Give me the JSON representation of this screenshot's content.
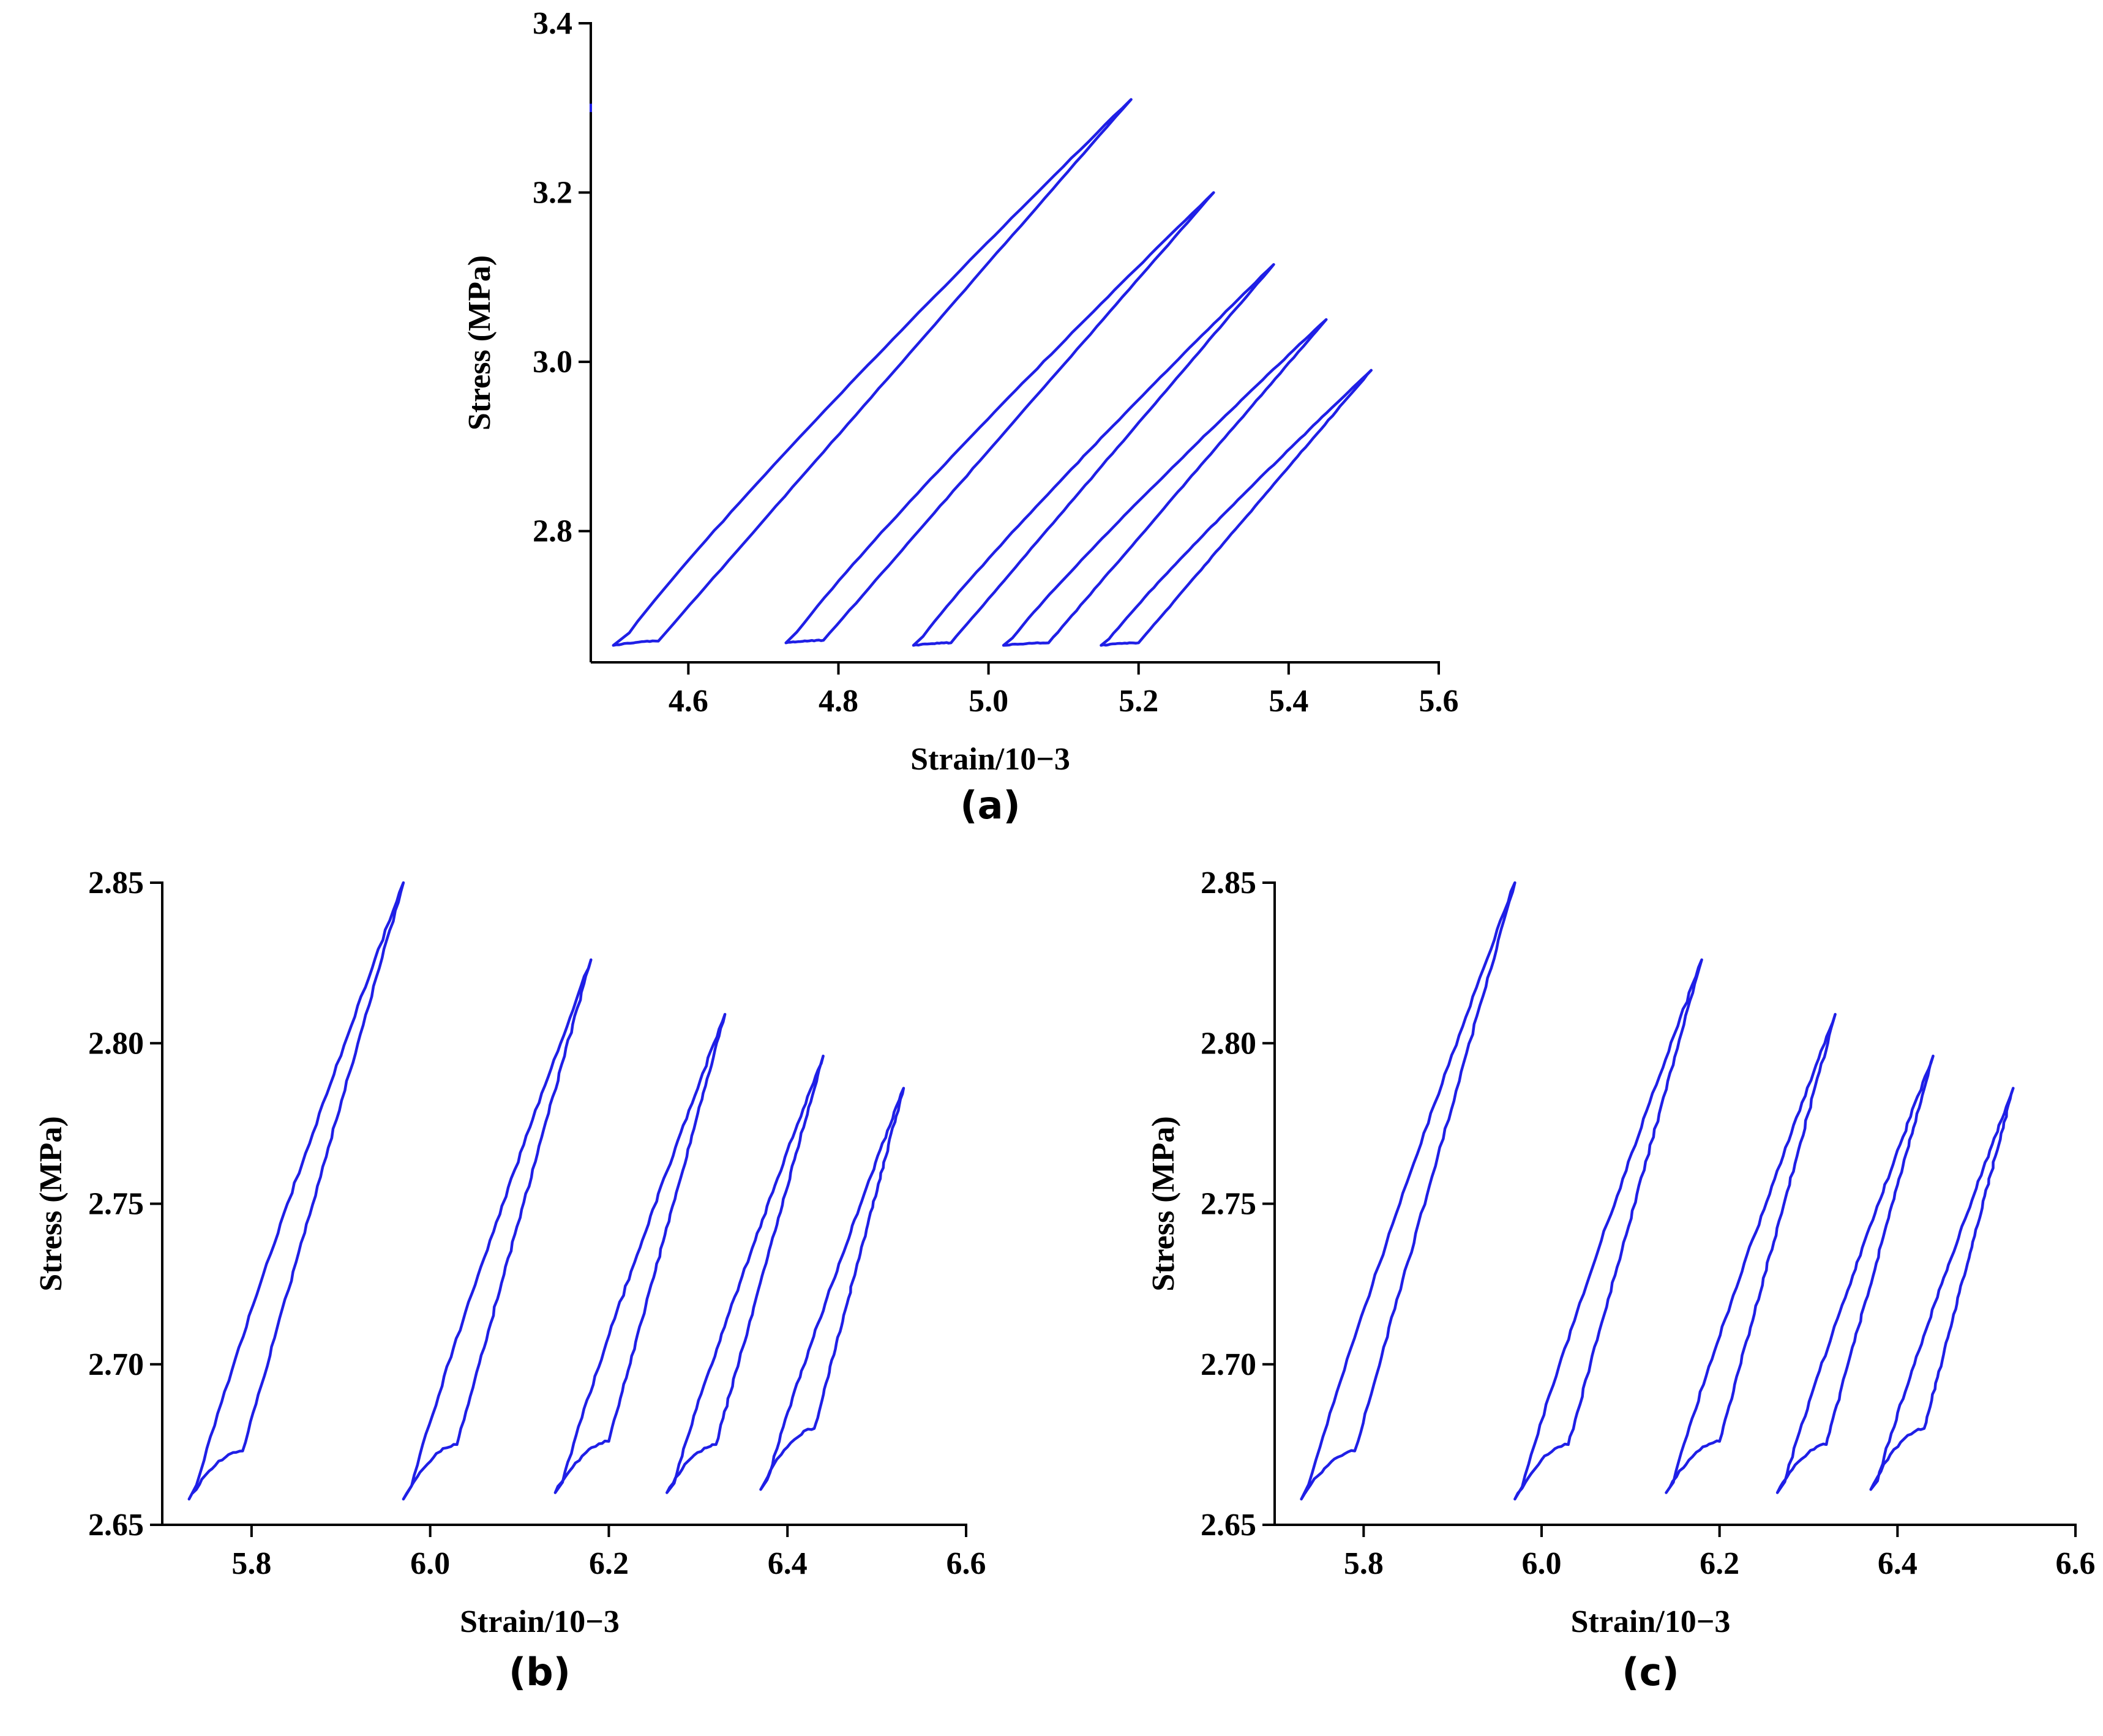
{
  "colors": {
    "series": "#1f1fe6",
    "axis": "#000000"
  },
  "chart_data": [
    {
      "type": "line",
      "panel_label": "(a)",
      "xlabel": "Strain/10−3",
      "ylabel": "Stress (MPa)",
      "xlim": [
        4.47,
        5.6
      ],
      "ylim": [
        2.645,
        3.4
      ],
      "xticks": [
        4.6,
        4.8,
        5.0,
        5.2,
        5.4,
        5.6
      ],
      "xtick_labels": [
        "4.6",
        "4.8",
        "5.0",
        "5.2",
        "5.4",
        "5.6"
      ],
      "yticks": [
        2.8,
        3.0,
        3.2,
        3.4
      ],
      "ytick_labels": [
        "2.8",
        "3.0",
        "3.2",
        "3.4"
      ],
      "grid": false,
      "loops": [
        {
          "min_x": 4.5,
          "min_y": 2.665,
          "knee_x": 4.56,
          "knee_y": 2.67,
          "peak_x": 5.19,
          "peak_y": 3.31,
          "up_start_x": 4.51
        },
        {
          "min_x": 4.73,
          "min_y": 2.668,
          "knee_x": 4.78,
          "knee_y": 2.671,
          "peak_x": 5.3,
          "peak_y": 3.2,
          "up_start_x": 4.735
        },
        {
          "min_x": 4.9,
          "min_y": 2.665,
          "knee_x": 4.95,
          "knee_y": 2.668,
          "peak_x": 5.38,
          "peak_y": 3.115,
          "up_start_x": 4.905
        },
        {
          "min_x": 5.02,
          "min_y": 2.665,
          "knee_x": 5.08,
          "knee_y": 2.668,
          "peak_x": 5.45,
          "peak_y": 3.05,
          "up_start_x": 5.025
        },
        {
          "min_x": 5.15,
          "min_y": 2.665,
          "knee_x": 5.2,
          "knee_y": 2.668,
          "peak_x": 5.51,
          "peak_y": 2.99,
          "up_start_x": 5.155
        }
      ]
    },
    {
      "type": "line",
      "panel_label": "(b)",
      "xlabel": "Strain/10−3",
      "ylabel": "Stress (MPa)",
      "xlim": [
        5.7,
        6.6
      ],
      "ylim": [
        2.65,
        2.85
      ],
      "xticks": [
        5.8,
        6.0,
        6.2,
        6.4,
        6.6
      ],
      "xtick_labels": [
        "5.8",
        "6.0",
        "6.2",
        "6.4",
        "6.6"
      ],
      "yticks": [
        2.65,
        2.7,
        2.75,
        2.8,
        2.85
      ],
      "ytick_labels": [
        "2.65",
        "2.70",
        "2.75",
        "2.80",
        "2.85"
      ],
      "grid": false,
      "loops": [
        {
          "min_x": 5.73,
          "min_y": 2.658,
          "knee_x": 5.79,
          "knee_y": 2.673,
          "peak_x": 5.97,
          "peak_y": 2.85,
          "up_start_x": 5.735
        },
        {
          "min_x": 5.97,
          "min_y": 2.658,
          "knee_x": 6.03,
          "knee_y": 2.675,
          "peak_x": 6.18,
          "peak_y": 2.826,
          "up_start_x": 5.975
        },
        {
          "min_x": 6.14,
          "min_y": 2.66,
          "knee_x": 6.2,
          "knee_y": 2.676,
          "peak_x": 6.33,
          "peak_y": 2.809,
          "up_start_x": 6.145
        },
        {
          "min_x": 6.265,
          "min_y": 2.66,
          "knee_x": 6.32,
          "knee_y": 2.675,
          "peak_x": 6.44,
          "peak_y": 2.796,
          "up_start_x": 6.27
        },
        {
          "min_x": 6.37,
          "min_y": 2.661,
          "knee_x": 6.43,
          "knee_y": 2.68,
          "peak_x": 6.53,
          "peak_y": 2.786,
          "up_start_x": 6.375
        }
      ]
    },
    {
      "type": "line",
      "panel_label": "(c)",
      "xlabel": "Strain/10−3",
      "ylabel": "Stress (MPa)",
      "xlim": [
        5.7,
        6.6
      ],
      "ylim": [
        2.65,
        2.85
      ],
      "xticks": [
        5.8,
        6.0,
        6.2,
        6.4,
        6.6
      ],
      "xtick_labels": [
        "5.8",
        "6.0",
        "6.2",
        "6.4",
        "6.6"
      ],
      "yticks": [
        2.65,
        2.7,
        2.75,
        2.8,
        2.85
      ],
      "ytick_labels": [
        "2.65",
        "2.70",
        "2.75",
        "2.80",
        "2.85"
      ],
      "grid": false,
      "loops": [
        {
          "min_x": 5.73,
          "min_y": 2.658,
          "knee_x": 5.79,
          "knee_y": 2.673,
          "peak_x": 5.97,
          "peak_y": 2.85,
          "up_start_x": 5.735
        },
        {
          "min_x": 5.97,
          "min_y": 2.658,
          "knee_x": 6.03,
          "knee_y": 2.675,
          "peak_x": 6.18,
          "peak_y": 2.826,
          "up_start_x": 5.975
        },
        {
          "min_x": 6.14,
          "min_y": 2.66,
          "knee_x": 6.2,
          "knee_y": 2.676,
          "peak_x": 6.33,
          "peak_y": 2.809,
          "up_start_x": 6.145
        },
        {
          "min_x": 6.265,
          "min_y": 2.66,
          "knee_x": 6.32,
          "knee_y": 2.675,
          "peak_x": 6.44,
          "peak_y": 2.796,
          "up_start_x": 6.27
        },
        {
          "min_x": 6.37,
          "min_y": 2.661,
          "knee_x": 6.43,
          "knee_y": 2.68,
          "peak_x": 6.53,
          "peak_y": 2.786,
          "up_start_x": 6.375
        }
      ]
    }
  ]
}
